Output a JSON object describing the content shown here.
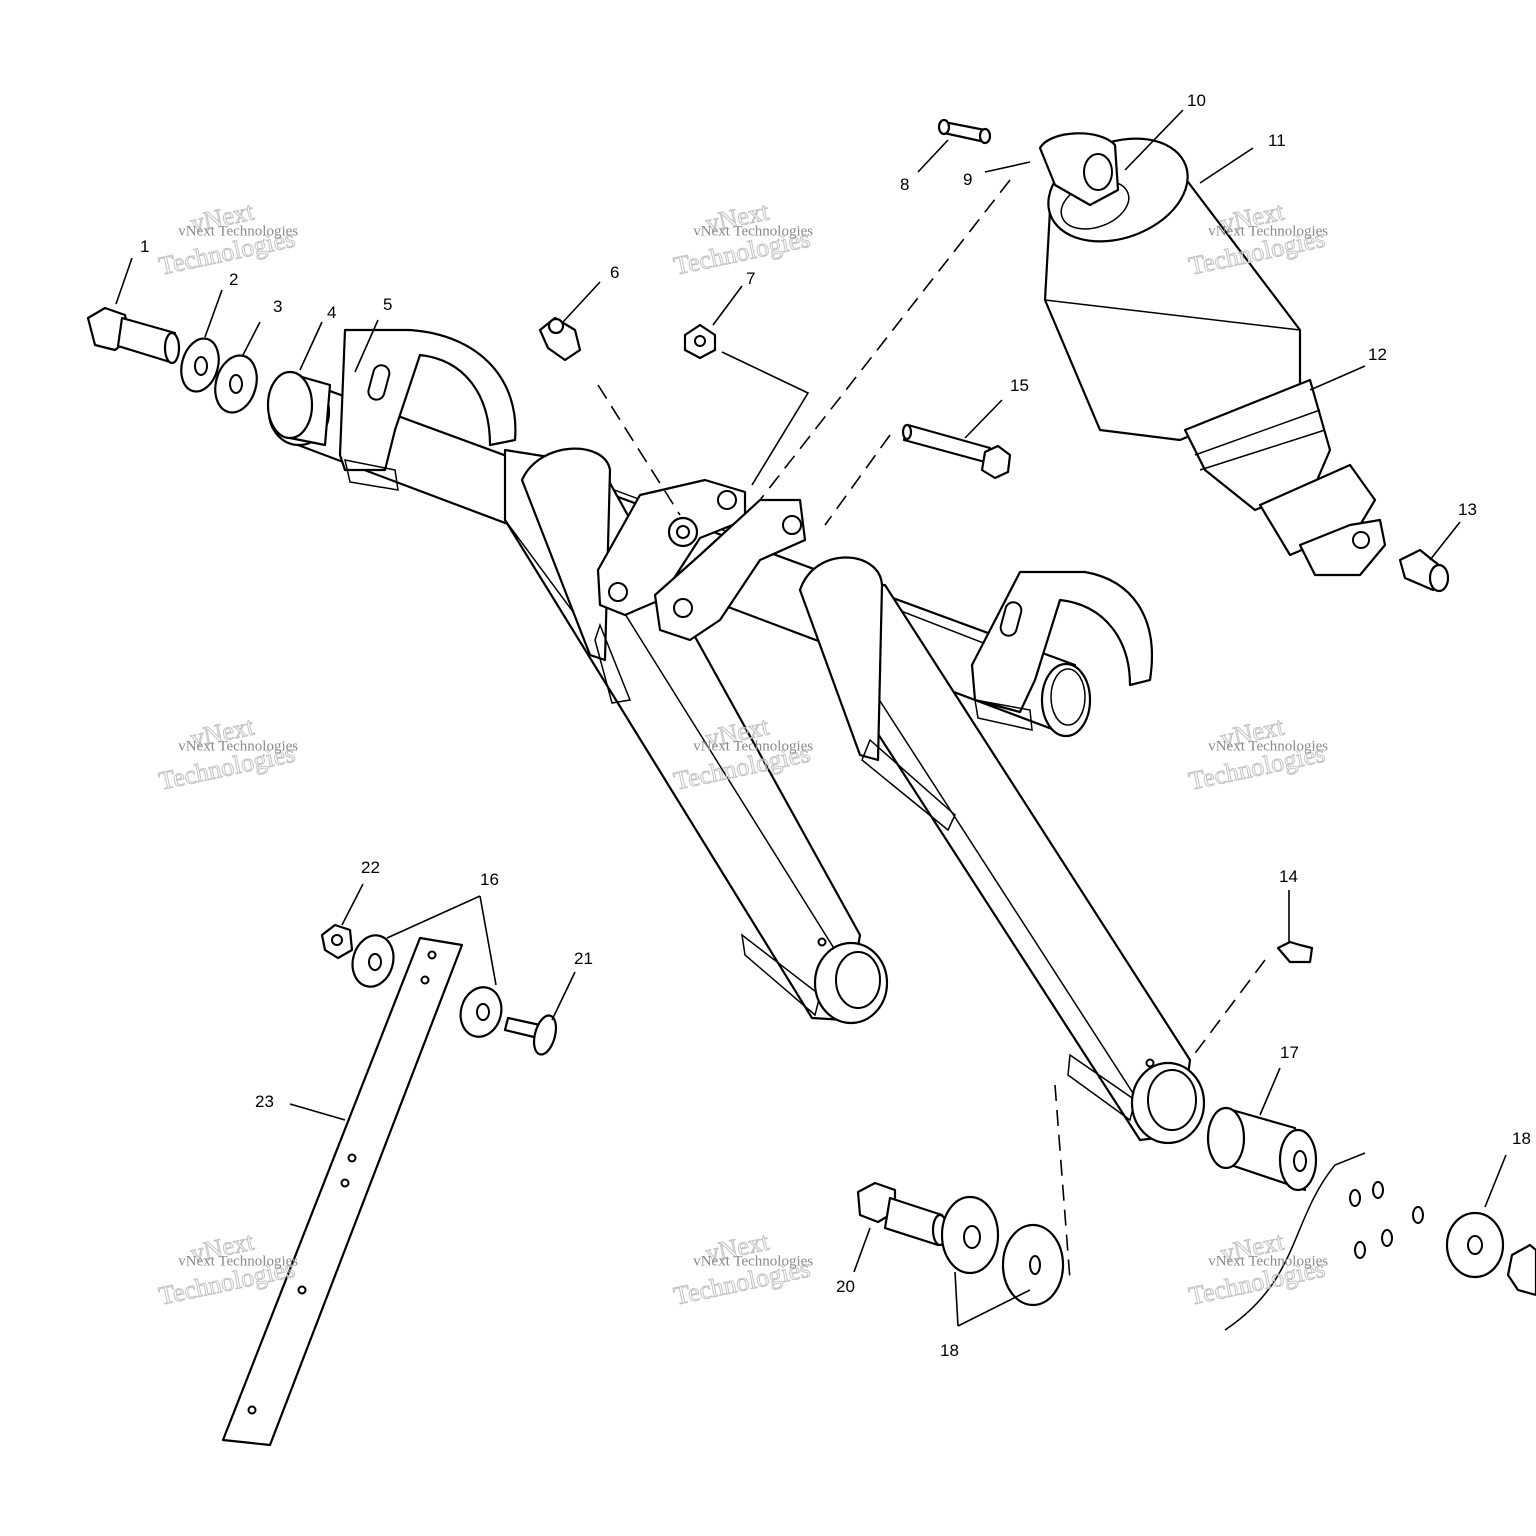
{
  "diagram": {
    "callouts": [
      {
        "id": "1",
        "label": "1"
      },
      {
        "id": "2",
        "label": "2"
      },
      {
        "id": "3",
        "label": "3"
      },
      {
        "id": "4",
        "label": "4"
      },
      {
        "id": "5",
        "label": "5"
      },
      {
        "id": "6",
        "label": "6"
      },
      {
        "id": "7",
        "label": "7"
      },
      {
        "id": "8",
        "label": "8"
      },
      {
        "id": "9",
        "label": "9"
      },
      {
        "id": "10",
        "label": "10"
      },
      {
        "id": "11",
        "label": "11"
      },
      {
        "id": "12",
        "label": "12"
      },
      {
        "id": "13",
        "label": "13"
      },
      {
        "id": "14",
        "label": "14"
      },
      {
        "id": "15",
        "label": "15"
      },
      {
        "id": "16",
        "label": "16"
      },
      {
        "id": "17",
        "label": "17"
      },
      {
        "id": "18a",
        "label": "18"
      },
      {
        "id": "18b",
        "label": "18"
      },
      {
        "id": "20",
        "label": "20"
      },
      {
        "id": "21",
        "label": "21"
      },
      {
        "id": "22",
        "label": "22"
      },
      {
        "id": "23",
        "label": "23"
      }
    ],
    "watermark": {
      "brand_line1": "vNext",
      "brand_line2": "Technologies",
      "small_text": "vNext Technologies"
    }
  }
}
